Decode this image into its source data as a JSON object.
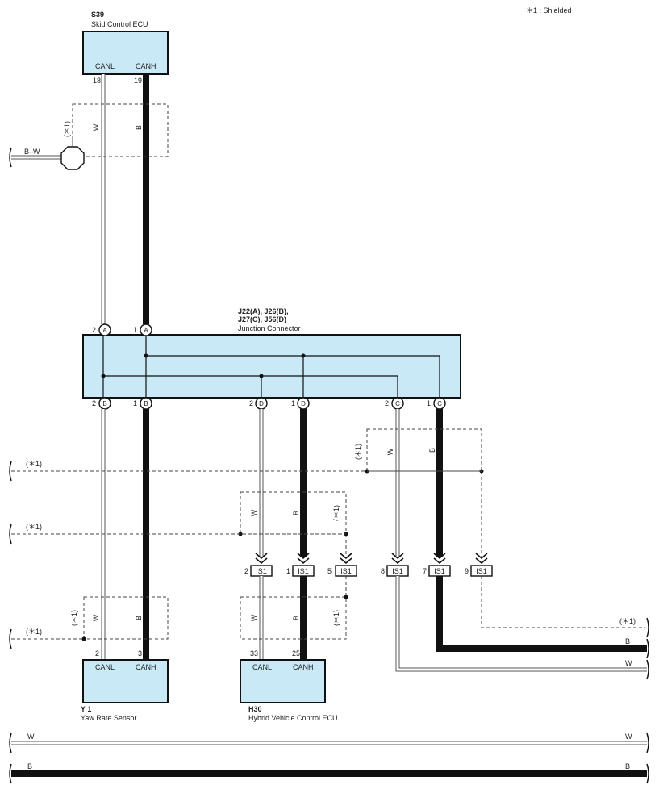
{
  "legend": {
    "shielded": "＊1 : Shielded"
  },
  "shield_label": "(＊1)",
  "ecus": {
    "skid": {
      "code": "S39",
      "name": "Skid Control ECU",
      "pin_l": "CANL",
      "pin_h": "CANH",
      "num_l": "18",
      "num_h": "19"
    },
    "yaw": {
      "code": "Y 1",
      "name": "Yaw Rate Sensor",
      "pin_l": "CANL",
      "pin_h": "CANH",
      "num_l": "2",
      "num_h": "3"
    },
    "hv": {
      "code": "H30",
      "name": "Hybrid Vehicle Control ECU",
      "pin_l": "CANL",
      "pin_h": "CANH",
      "num_l": "33",
      "num_h": "25"
    }
  },
  "junction": {
    "title1": "J22(A), J26(B),",
    "title2": "J27(C), J56(D)",
    "name": "Junction Connector",
    "top": [
      {
        "num": "2",
        "letter": "A"
      },
      {
        "num": "1",
        "letter": "A"
      }
    ],
    "bottom": [
      {
        "num": "2",
        "letter": "B"
      },
      {
        "num": "1",
        "letter": "B"
      },
      {
        "num": "2",
        "letter": "D"
      },
      {
        "num": "1",
        "letter": "D"
      },
      {
        "num": "2",
        "letter": "C"
      },
      {
        "num": "1",
        "letter": "C"
      }
    ]
  },
  "connectors": [
    {
      "num": "2",
      "label": "IS1"
    },
    {
      "num": "1",
      "label": "IS1"
    },
    {
      "num": "5",
      "label": "IS1"
    },
    {
      "num": "8",
      "label": "IS1"
    },
    {
      "num": "7",
      "label": "IS1"
    },
    {
      "num": "9",
      "label": "IS1"
    }
  ],
  "colors": {
    "w": "W",
    "b": "B",
    "bw": "B–W"
  }
}
